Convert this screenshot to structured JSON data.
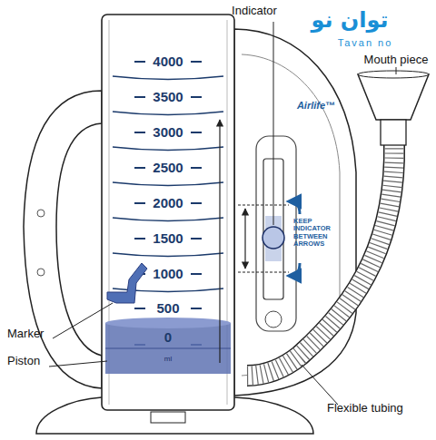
{
  "diagram": {
    "labels": [
      "Indicator",
      "توان نو",
      "Tavan no",
      "Mouth piece",
      "4000",
      "3500",
      "3000",
      "2500",
      "2000",
      "1500",
      "1000",
      "500",
      "0",
      "ml",
      "Airlife™",
      "KEEP INDICATOR BETWEEN ARROWS",
      "Marker",
      "Piston",
      "Flexible tubing"
    ]
  }
}
